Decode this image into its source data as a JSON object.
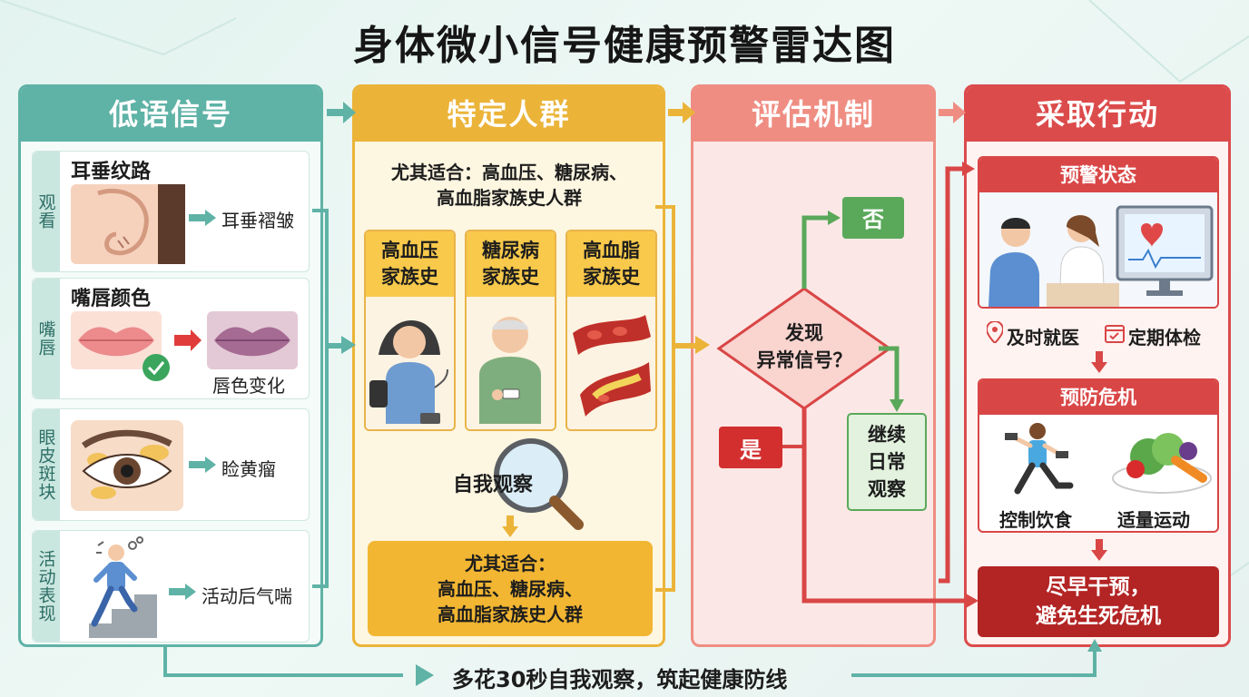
{
  "title": "身体微小信号健康预警雷达图",
  "col1": {
    "header": "低语信号",
    "rows": [
      {
        "side": "观看",
        "title": "耳垂纹路",
        "result": "耳垂褶皱"
      },
      {
        "side": "嘴唇",
        "title": "嘴唇颜色",
        "result": "唇色变化"
      },
      {
        "side": "眼皮斑块",
        "title": "",
        "result": "睑黄瘤"
      },
      {
        "side": "活动表现",
        "title": "",
        "result": "活动后气喘"
      }
    ]
  },
  "col2": {
    "header": "特定人群",
    "fit_line1": "尤其适合：高血压、糖尿病、",
    "fit_line2": "高血脂家族史人群",
    "groups": [
      {
        "line1": "高血压",
        "line2": "家族史"
      },
      {
        "line1": "糖尿病",
        "line2": "家族史"
      },
      {
        "line1": "高血脂",
        "line2": "家族史"
      }
    ],
    "observe": "自我观察",
    "bottom_line1": "尤其适合：",
    "bottom_line2": "高血压、糖尿病、",
    "bottom_line3": "高血脂家族史人群"
  },
  "col3": {
    "header": "评估机制",
    "question_line1": "发现",
    "question_line2": "异常信号？",
    "no_label": "否",
    "yes_label": "是",
    "continue_line1": "继续",
    "continue_line2": "日常",
    "continue_line3": "观察"
  },
  "col4": {
    "header": "采取行动",
    "warning_title": "预警状态",
    "action1": "及时就医",
    "action2": "定期体检",
    "prevent_title": "预防危机",
    "prevent1": "控制饮食",
    "prevent2": "适量运动",
    "final_line1": "尽早干预，",
    "final_line2": "避免生死危机"
  },
  "footer": "多花30秒自我观察，筑起健康防线",
  "colors": {
    "teal": "#5fb2a6",
    "yellow": "#ebb439",
    "salmon": "#ef8d82",
    "red": "#dc4b4b",
    "green": "#5aa85a"
  }
}
